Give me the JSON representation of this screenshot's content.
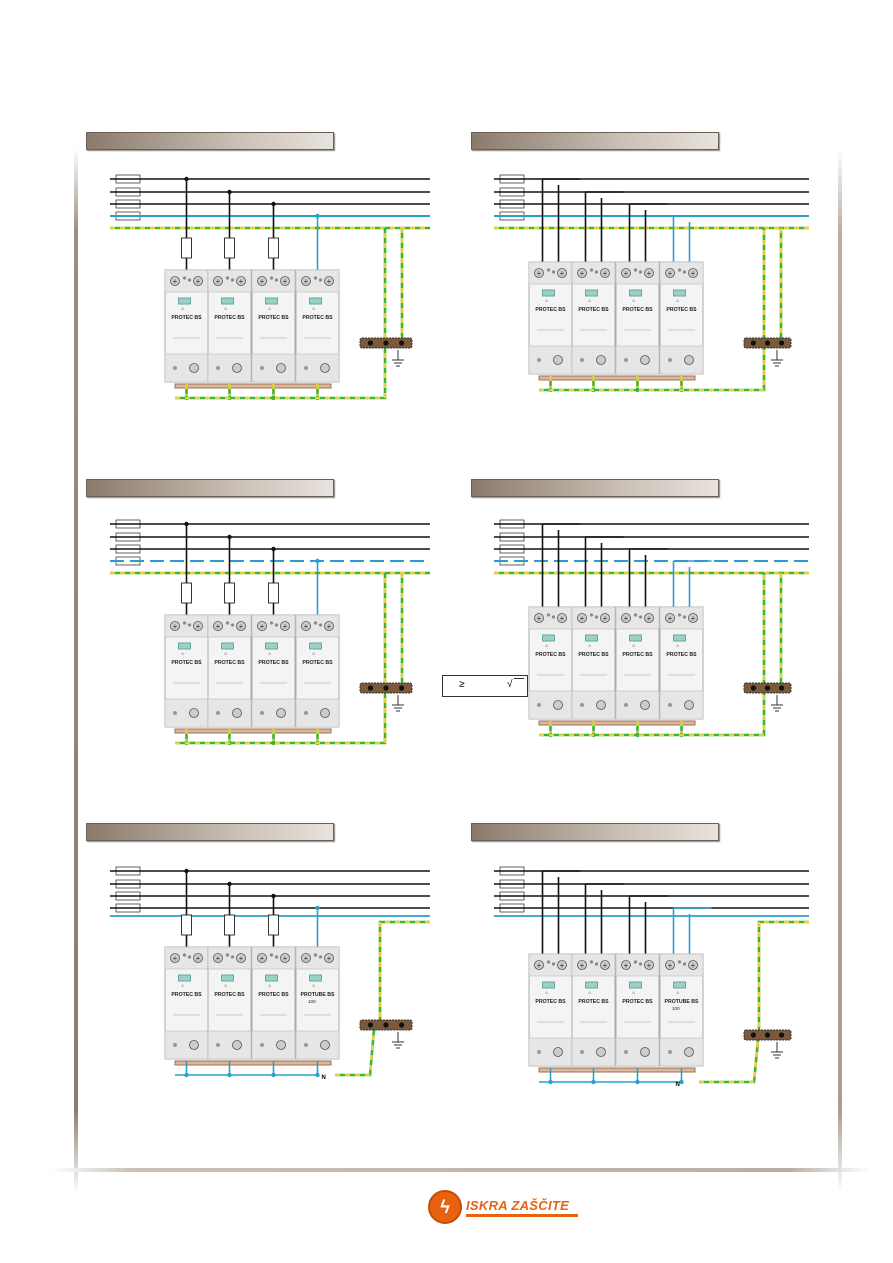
{
  "diagrams": [
    {
      "id": "d1",
      "device_labels": [
        "PROTEC BS",
        "PROTEC BS",
        "PROTEC BS",
        "PROTEC BS"
      ],
      "n_dashed": false,
      "with_fuses": true,
      "n_line": true,
      "variant": "a",
      "last_sub": ""
    },
    {
      "id": "d2",
      "device_labels": [
        "PROTEC BS",
        "PROTEC BS",
        "PROTEC BS",
        "PROTEC BS"
      ],
      "n_dashed": false,
      "with_fuses": false,
      "n_line": true,
      "variant": "b",
      "last_sub": ""
    },
    {
      "id": "d3",
      "device_labels": [
        "PROTEC BS",
        "PROTEC BS",
        "PROTEC BS",
        "PROTEC BS"
      ],
      "n_dashed": true,
      "with_fuses": true,
      "n_line": true,
      "variant": "a",
      "last_sub": ""
    },
    {
      "id": "d4",
      "device_labels": [
        "PROTEC BS",
        "PROTEC BS",
        "PROTEC BS",
        "PROTEC BS"
      ],
      "n_dashed": true,
      "with_fuses": false,
      "n_line": true,
      "variant": "b",
      "last_sub": ""
    },
    {
      "id": "d5",
      "device_labels": [
        "PROTEC BS",
        "PROTEC BS",
        "PROTEC BS",
        "PROTUBE BS"
      ],
      "n_dashed": false,
      "with_fuses": true,
      "n_line": true,
      "variant": "c",
      "last_sub": "100"
    },
    {
      "id": "d6",
      "device_labels": [
        "PROTEC BS",
        "PROTEC BS",
        "PROTEC BS",
        "PROTUBE BS"
      ],
      "n_dashed": false,
      "with_fuses": false,
      "n_line": true,
      "variant": "d",
      "last_sub": "100"
    }
  ],
  "n_terminal_label": "N",
  "formula": {
    "geq": "≥",
    "sqrt": "√"
  },
  "logo": {
    "name": "ISKRA ZAŠČITE"
  },
  "colors": {
    "phase": "#111111",
    "neutral": "#2aa0c8",
    "pe_green": "#3cb43c",
    "pe_yellow": "#e8d23c",
    "busbar": "#7a5a3a"
  }
}
